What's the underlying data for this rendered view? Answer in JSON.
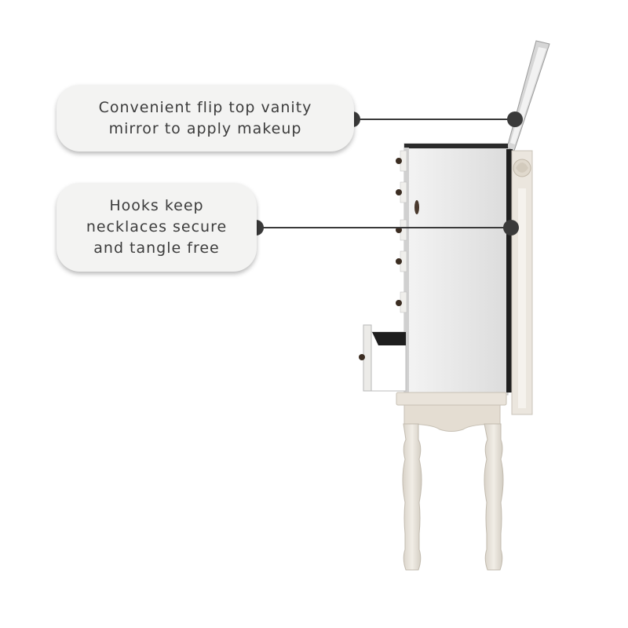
{
  "callouts": [
    {
      "lines": [
        "Convenient flip top vanity",
        "mirror to apply makeup"
      ]
    },
    {
      "lines": [
        "Hooks keep",
        "necklaces secure",
        "and tangle free"
      ]
    }
  ],
  "colors": {
    "callout_bg": "#f3f3f2",
    "callout_text": "#3c3c3c",
    "leader_line": "#3a3a3a",
    "cabinet_white": "#ebeaea",
    "wood_cream": "#e7e1d8"
  }
}
